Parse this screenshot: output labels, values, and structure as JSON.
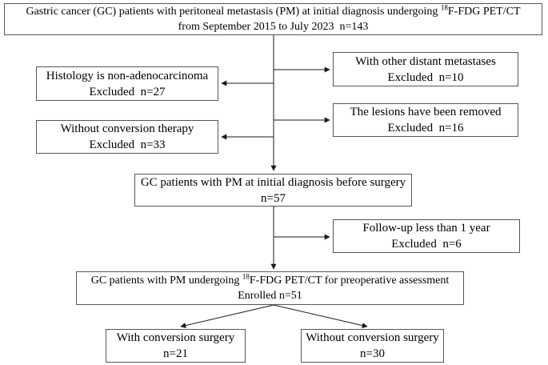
{
  "diagram": {
    "type": "flowchart",
    "boxes": {
      "initial": {
        "line1_pre": "Gastric cancer (GC) patients with peritoneal metastasis (PM) at initial diagnosis undergoing ",
        "sup": "18",
        "line1_post": "F-FDG PET/CT",
        "line2": "from September 2015 to July 2023  n=143"
      },
      "histology": {
        "line1": "Histology is non-adenocarcinoma",
        "line2": "Excluded  n=27"
      },
      "distant_metastases": {
        "line1": "With other distant metastases",
        "line2": "Excluded  n=10"
      },
      "conversion_therapy": {
        "line1": "Without conversion therapy",
        "line2": "Excluded  n=33"
      },
      "lesions_removed": {
        "line1": "The lesions have been removed",
        "line2": "Excluded  n=16"
      },
      "before_surgery": {
        "line1": "GC patients with PM at initial diagnosis before surgery",
        "line2": "n=57"
      },
      "followup": {
        "line1": "Follow-up less than 1 year",
        "line2": "Excluded  n=6"
      },
      "enrolled": {
        "line1_pre": "GC patients with PM undergoing ",
        "sup": "18",
        "line1_post": "F-FDG PET/CT for preoperative assessment",
        "line2": "Enrolled n=51"
      },
      "with_surgery": {
        "line1": "With conversion surgery",
        "line2": "n=21"
      },
      "without_surgery": {
        "line1": "Without conversion surgery",
        "line2": "n=30"
      }
    },
    "counts": {
      "initial": 143,
      "excluded_non_adenocarcinoma": 27,
      "excluded_other_distant_metastases": 10,
      "excluded_no_conversion_therapy": 33,
      "excluded_lesions_removed": 16,
      "before_surgery": 57,
      "excluded_followup_lt_1yr": 6,
      "enrolled": 51,
      "with_conversion_surgery": 21,
      "without_conversion_surgery": 30
    },
    "colors": {
      "background": "#ffffff",
      "box_border": "#575757",
      "text": "#000000",
      "connector": "#1a1a1a"
    }
  }
}
